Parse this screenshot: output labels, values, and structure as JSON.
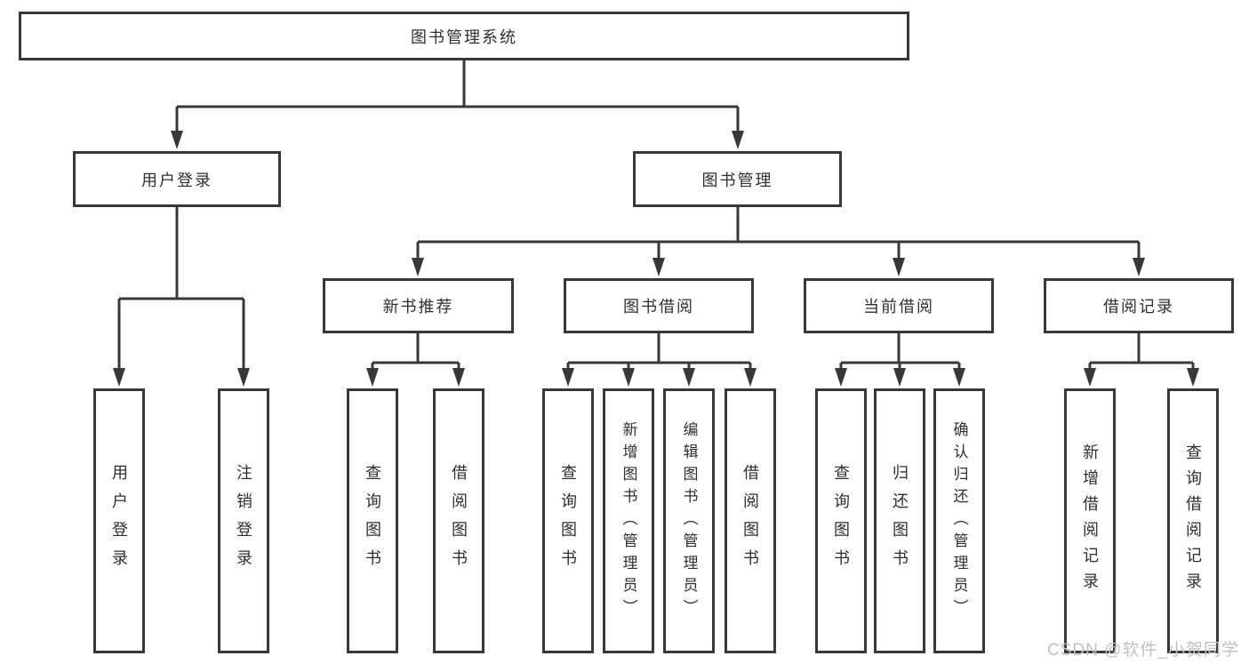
{
  "diagram_title": "图书管理系统",
  "tree": {
    "root": {
      "label": "图书管理系统",
      "children": [
        {
          "label": "用户登录",
          "children": [
            {
              "label": "用户登录"
            },
            {
              "label": "注销登录"
            }
          ]
        },
        {
          "label": "图书管理",
          "children": [
            {
              "label": "新书推荐",
              "children": [
                {
                  "label": "查询图书"
                },
                {
                  "label": "借阅图书"
                }
              ]
            },
            {
              "label": "图书借阅",
              "children": [
                {
                  "label": "查询图书"
                },
                {
                  "label": "新增图书（管理员）"
                },
                {
                  "label": "编辑图书（管理员）"
                },
                {
                  "label": "借阅图书"
                }
              ]
            },
            {
              "label": "当前借阅",
              "children": [
                {
                  "label": "查询图书"
                },
                {
                  "label": "归还图书"
                },
                {
                  "label": "确认归还（管理员）"
                }
              ]
            },
            {
              "label": "借阅记录",
              "children": [
                {
                  "label": "新增借阅记录"
                },
                {
                  "label": "查询借阅记录"
                }
              ]
            }
          ]
        }
      ]
    }
  },
  "watermark": "CSDN @软件_小贺同学",
  "colors": {
    "line": "#383838",
    "box_border": "#383838",
    "box_background": "#ffffff",
    "text": "#2f2f2f",
    "watermark": "#c0c0c0",
    "page_background": "#ffffff"
  }
}
